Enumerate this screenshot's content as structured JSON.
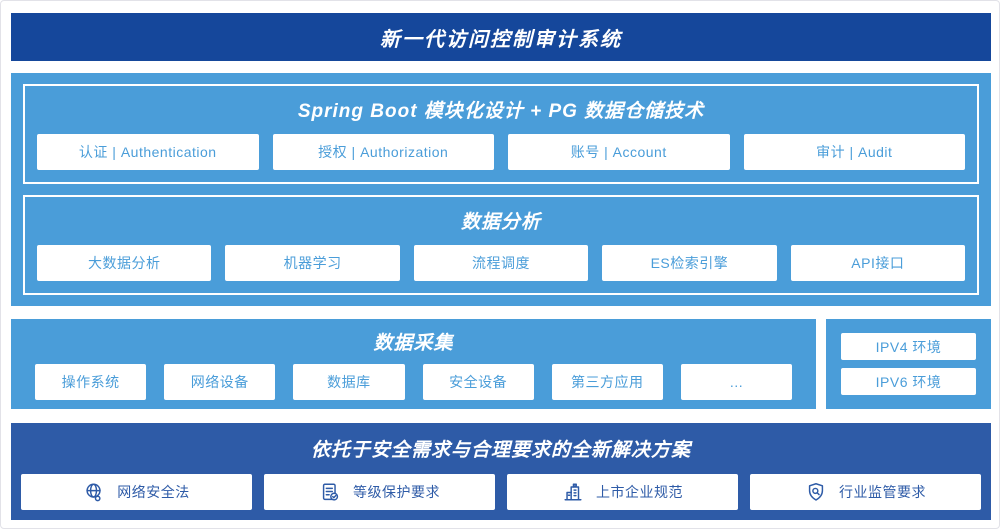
{
  "banner": {
    "title": "新一代访问控制审计系统"
  },
  "platform": {
    "springboot": {
      "title": "Spring Boot 模块化设计 + PG 数据仓储技术",
      "modules": [
        {
          "label": "认证 | Authentication"
        },
        {
          "label": "授权 | Authorization"
        },
        {
          "label": "账号 | Account"
        },
        {
          "label": "审计 | Audit"
        }
      ]
    },
    "analysis": {
      "title": "数据分析",
      "modules": [
        {
          "label": "大数据分析"
        },
        {
          "label": "机器学习"
        },
        {
          "label": "流程调度"
        },
        {
          "label": "ES检索引擎"
        },
        {
          "label": "API接口"
        }
      ]
    }
  },
  "collection": {
    "title": "数据采集",
    "sources": [
      "操作系统",
      "网络设备",
      "数据库",
      "安全设备",
      "第三方应用",
      "…"
    ]
  },
  "environments": {
    "items": [
      "IPV4 环境",
      "IPV6 环境"
    ]
  },
  "solution": {
    "title": "依托于安全需求与合理要求的全新解决方案",
    "items": [
      {
        "icon": "globe-icon",
        "label": "网络安全法"
      },
      {
        "icon": "document-check-icon",
        "label": "等级保护要求"
      },
      {
        "icon": "building-icon",
        "label": "上市企业规范"
      },
      {
        "icon": "shield-search-icon",
        "label": "行业监管要求"
      }
    ]
  },
  "colors": {
    "banner_bg": "#15479b",
    "light_blue": "#4a9dd9",
    "solution_bg": "#2e5ba7",
    "box_bg": "#ffffff",
    "title_text": "#ffffff"
  }
}
